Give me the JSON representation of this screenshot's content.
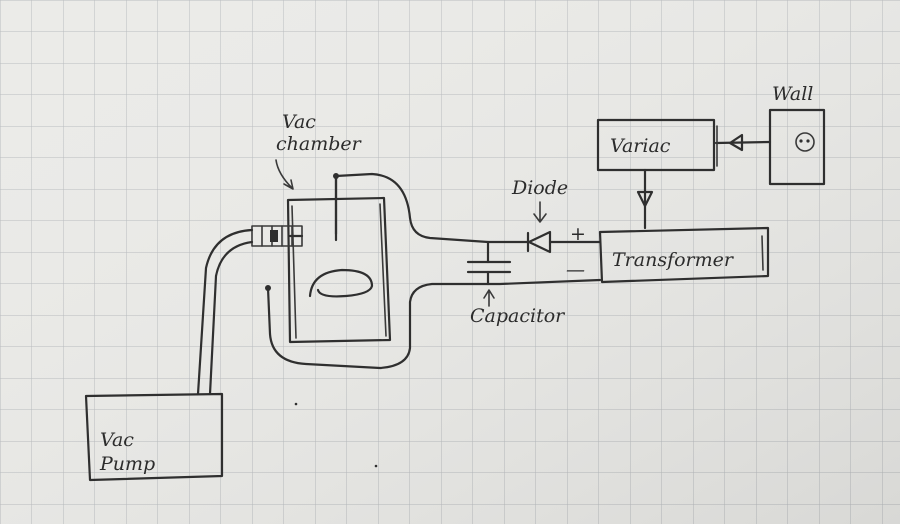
{
  "labels": {
    "wall": "Wall",
    "variac": "Variac",
    "transformer": "Transformer",
    "diode": "Diode",
    "plus": "+",
    "minus": "—",
    "capacitor": "Capacitor",
    "vac_chamber_line1": "Vac",
    "vac_chamber_line2": "chamber",
    "vac_pump_line1": "Vac",
    "vac_pump_line2": "Pump"
  },
  "colors": {
    "paper": "#e9e9e6",
    "grid": "#b9bcbf",
    "ink": "#2f2f2f"
  }
}
